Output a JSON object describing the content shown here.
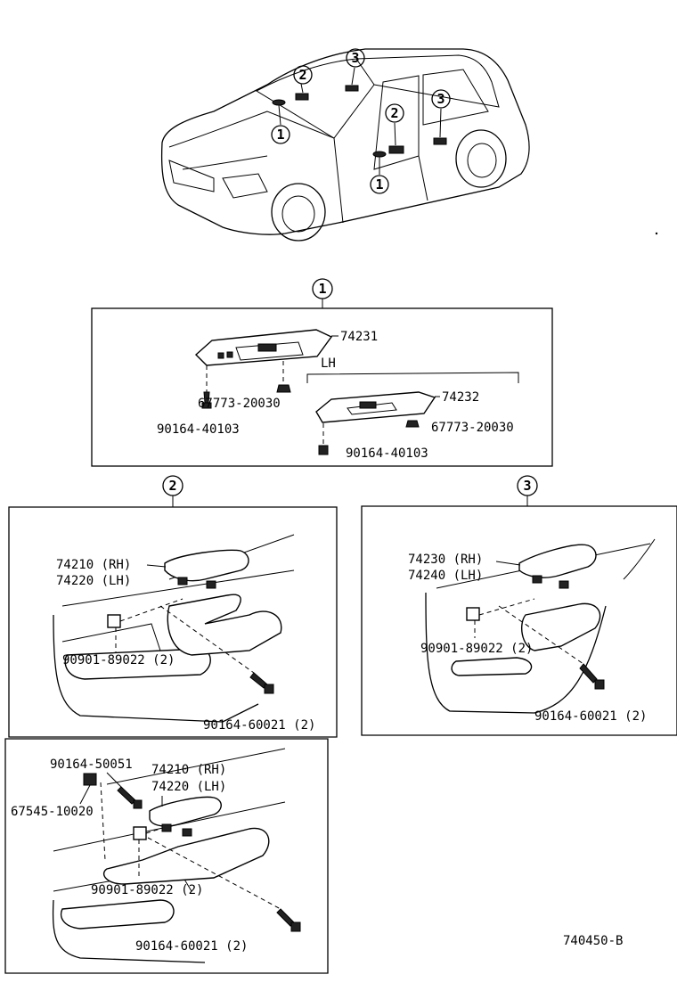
{
  "callouts": {
    "c1": "1",
    "c2": "2",
    "c3": "3"
  },
  "section1": {
    "upper_panel": "74231",
    "lower_group": "LH",
    "lower_panel": "74232",
    "clip_a": "67773-20030",
    "clip_b": "67773-20030",
    "screw_a": "90164-40103",
    "screw_b": "90164-40103"
  },
  "section2": {
    "grip_rh": "74210 (RH)",
    "grip_lh": "74220 (LH)",
    "clip": "90901-89022 (2)",
    "screw": "90164-60021 (2)"
  },
  "section3": {
    "grip_rh": "74230 (RH)",
    "grip_lh": "74240 (LH)",
    "clip": "90901-89022 (2)",
    "screw": "90164-60021 (2)"
  },
  "section4": {
    "screw_small": "90164-50051",
    "grip_rh": "74210 (RH)",
    "grip_lh": "74220 (LH)",
    "clip_plug": "67545-10020",
    "clip": "90901-89022 (2)",
    "screw": "90164-60021 (2)"
  },
  "drawing_code": "740450-B"
}
